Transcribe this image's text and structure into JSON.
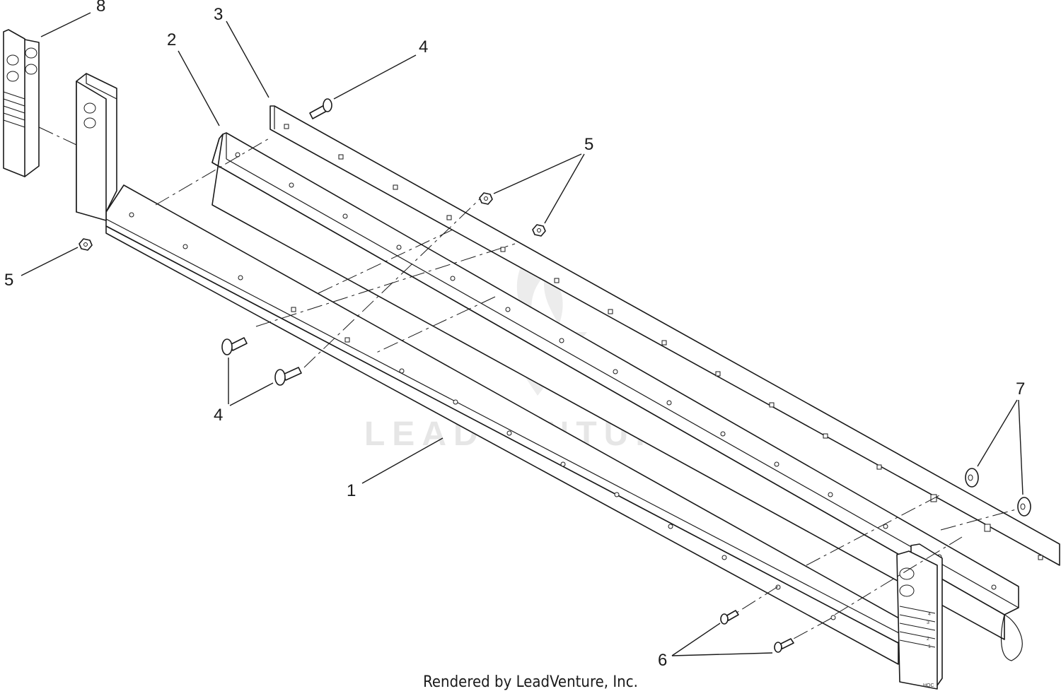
{
  "watermark": {
    "text": "LEADVENTURE"
  },
  "footer": {
    "text": "Rendered by LeadVenture, Inc."
  },
  "callouts": [
    {
      "id": "c8",
      "label": "8"
    },
    {
      "id": "c2",
      "label": "2"
    },
    {
      "id": "c3",
      "label": "3"
    },
    {
      "id": "c4a",
      "label": "4"
    },
    {
      "id": "c5a",
      "label": "5"
    },
    {
      "id": "c5b",
      "label": "5"
    },
    {
      "id": "c4b",
      "label": "4"
    },
    {
      "id": "c1",
      "label": "1"
    },
    {
      "id": "c7",
      "label": "7"
    },
    {
      "id": "c6",
      "label": "6"
    }
  ],
  "decal": {
    "marks": [
      "4",
      "3",
      "2",
      "1"
    ],
    "code": "HOC"
  }
}
